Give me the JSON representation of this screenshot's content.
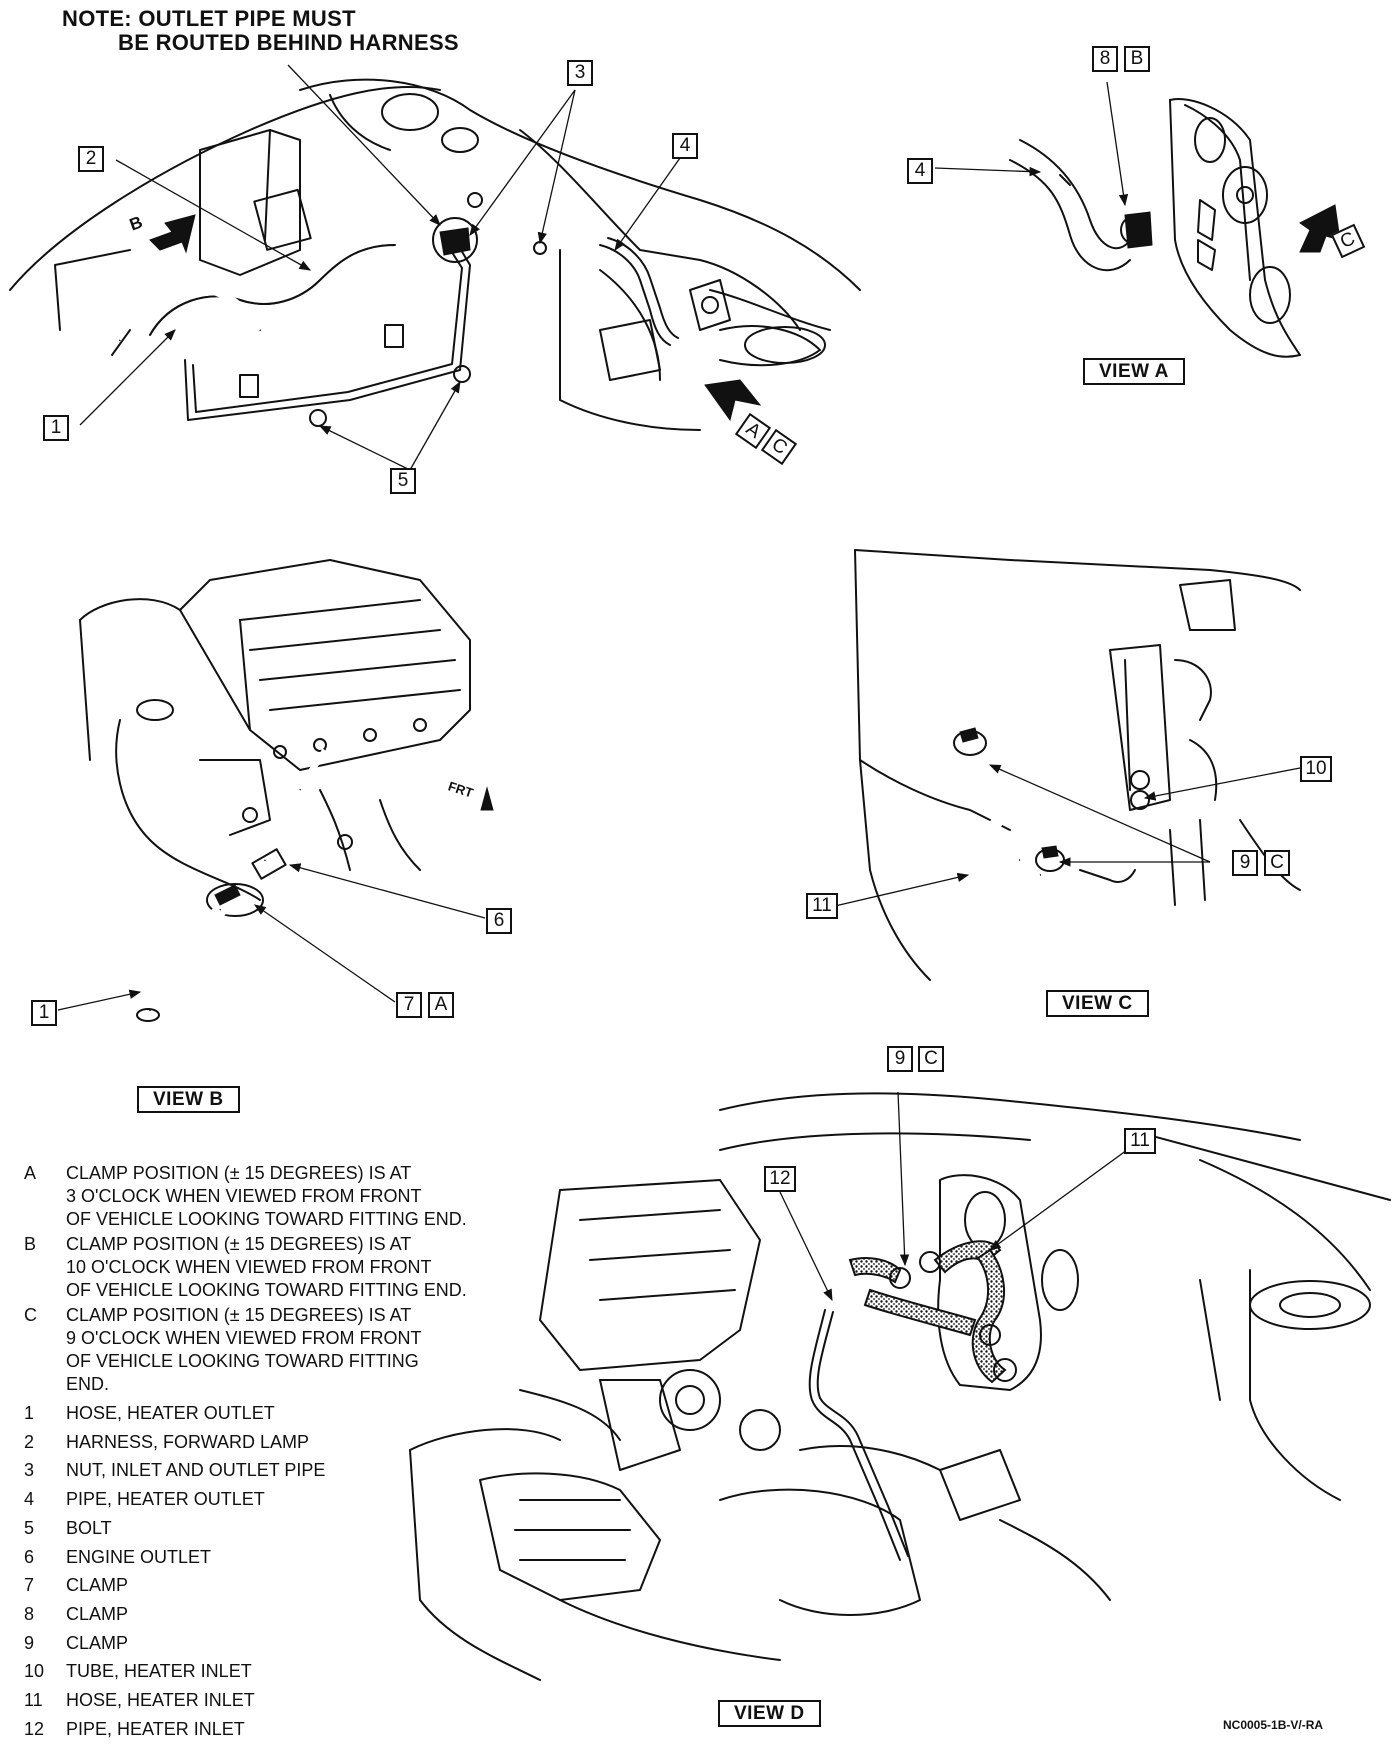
{
  "note": {
    "line1": "NOTE:  OUTLET PIPE MUST",
    "line2": "BE ROUTED BEHIND HARNESS"
  },
  "main_view": {
    "callouts": {
      "c1": "1",
      "c2": "2",
      "c3": "3",
      "c4": "4",
      "c5": "5"
    },
    "arrows": {
      "b": "B",
      "a": "A",
      "c": "C"
    }
  },
  "view_a": {
    "label": "VIEW A",
    "callouts": {
      "c8": "8",
      "b": "B",
      "c4": "4",
      "c": "C"
    }
  },
  "view_b": {
    "label": "VIEW B",
    "frt": "FRT",
    "callouts": {
      "c6": "6",
      "c7": "7",
      "a": "A",
      "c1": "1"
    }
  },
  "view_c": {
    "label": "VIEW C",
    "callouts": {
      "c10": "10",
      "c9": "9",
      "c": "C",
      "c11": "11"
    }
  },
  "view_d": {
    "label": "VIEW D",
    "callouts": {
      "c9": "9",
      "c": "C",
      "c12": "12",
      "c11": "11"
    }
  },
  "figure_code": "NC0005-1B-V/-RA",
  "legend_notes": [
    {
      "key": "A",
      "text": "CLAMP POSITION (± 15 DEGREES) IS AT\n3 O'CLOCK WHEN VIEWED FROM FRONT\nOF VEHICLE LOOKING TOWARD FITTING END."
    },
    {
      "key": "B",
      "text": "CLAMP POSITION (± 15 DEGREES) IS AT\n10 O'CLOCK WHEN VIEWED FROM FRONT\nOF VEHICLE LOOKING TOWARD FITTING END."
    },
    {
      "key": "C",
      "text": "CLAMP POSITION (± 15 DEGREES) IS AT\n9 O'CLOCK WHEN VIEWED FROM FRONT\nOF VEHICLE LOOKING TOWARD FITTING\nEND."
    }
  ],
  "legend_parts": [
    {
      "num": "1",
      "name": "HOSE, HEATER OUTLET"
    },
    {
      "num": "2",
      "name": "HARNESS, FORWARD LAMP"
    },
    {
      "num": "3",
      "name": "NUT, INLET AND OUTLET PIPE"
    },
    {
      "num": "4",
      "name": "PIPE, HEATER OUTLET"
    },
    {
      "num": "5",
      "name": "BOLT"
    },
    {
      "num": "6",
      "name": "ENGINE OUTLET"
    },
    {
      "num": "7",
      "name": "CLAMP"
    },
    {
      "num": "8",
      "name": "CLAMP"
    },
    {
      "num": "9",
      "name": "CLAMP"
    },
    {
      "num": "10",
      "name": "TUBE, HEATER INLET"
    },
    {
      "num": "11",
      "name": "HOSE, HEATER INLET"
    },
    {
      "num": "12",
      "name": "PIPE, HEATER INLET"
    }
  ]
}
